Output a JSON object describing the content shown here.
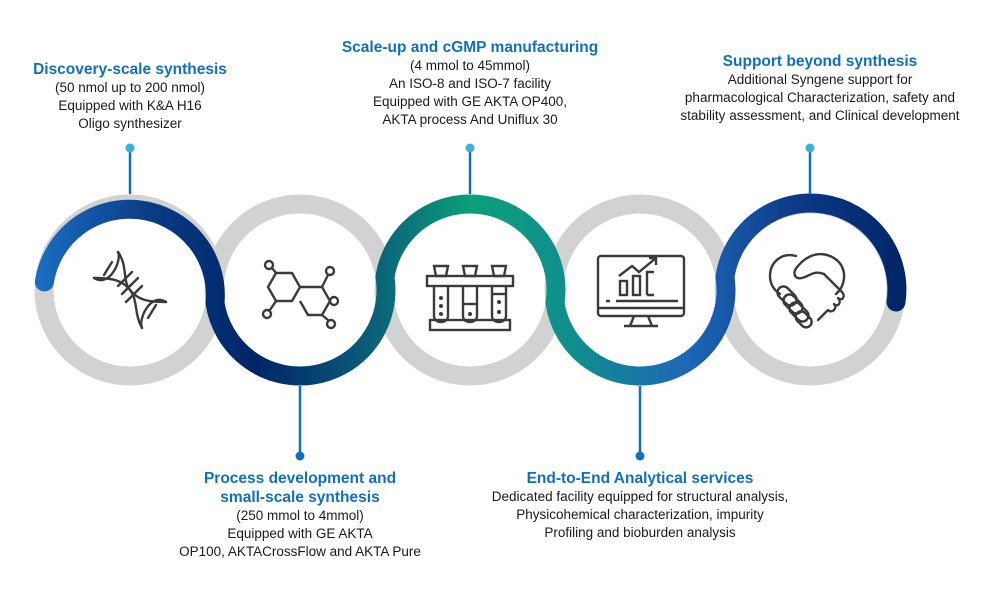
{
  "colors": {
    "title": "#1070c0",
    "body_text": "#1a1a1a",
    "ring_gray": "#d2d2d2",
    "icon_stroke": "#3a3a3a",
    "connector": "#1070c0",
    "connector_dot": "#3bb0e0",
    "gradient_stops": [
      "#1a6cc0",
      "#0a3c86",
      "#002566",
      "#0a5a78",
      "#0aa07a",
      "#108c90",
      "#1e66b8",
      "#0c3a86",
      "#002566"
    ]
  },
  "stages": [
    {
      "id": "discovery",
      "icon": "dna-icon",
      "title": "Discovery-scale synthesis",
      "lines": [
        "(50 nmol up to 200 nmol)",
        "Equipped with K&A H16",
        "Oligo synthesizer"
      ],
      "label_position": "top"
    },
    {
      "id": "process-development",
      "icon": "molecule-icon",
      "title": "Process development and small-scale synthesis",
      "title_lines": [
        "Process development and",
        "small-scale synthesis"
      ],
      "lines": [
        "(250 mmol to 4mmol)",
        "Equipped with GE AKTA",
        "OP100, AKTACrossFlow and AKTA Pure"
      ],
      "label_position": "bottom"
    },
    {
      "id": "scale-up",
      "icon": "test-tubes-icon",
      "title": "Scale-up and cGMP manufacturing",
      "lines": [
        "(4 mmol to 45mmol)",
        "An ISO-8 and ISO-7 facility",
        "Equipped with GE AKTA OP400,",
        "AKTA process And Uniflux 30"
      ],
      "label_position": "top"
    },
    {
      "id": "analytical",
      "icon": "monitor-chart-icon",
      "title": "End-to-End Analytical services",
      "lines": [
        "Dedicated facility equipped for structural analysis,",
        "Physicohemical characterization, impurity",
        "Profiling and bioburden analysis"
      ],
      "label_position": "bottom"
    },
    {
      "id": "support",
      "icon": "handshake-heart-icon",
      "title": "Support beyond synthesis",
      "lines": [
        "Additional Syngene support for",
        "pharmacological Characterization, safety and",
        "stability assessment, and Clinical development"
      ],
      "label_position": "top"
    }
  ]
}
